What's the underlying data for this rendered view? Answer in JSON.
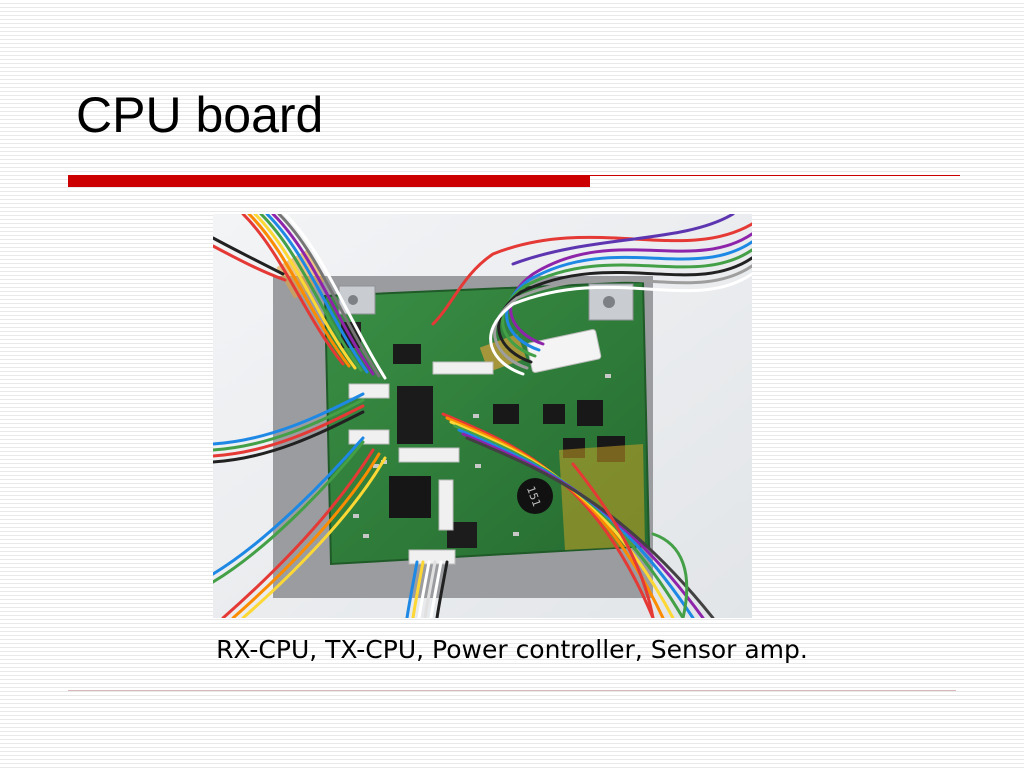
{
  "slide": {
    "title": "CPU board",
    "caption": "RX-CPU, TX-CPU, Power controller, Sensor amp."
  },
  "photo": {
    "subject": "circuit board with colored wiring harnesses",
    "chip_marking": "151",
    "chip_marking_small": "0",
    "pcb_color": "#2e7d32",
    "accent_colors": {
      "title_rule": "#cc0000"
    }
  }
}
